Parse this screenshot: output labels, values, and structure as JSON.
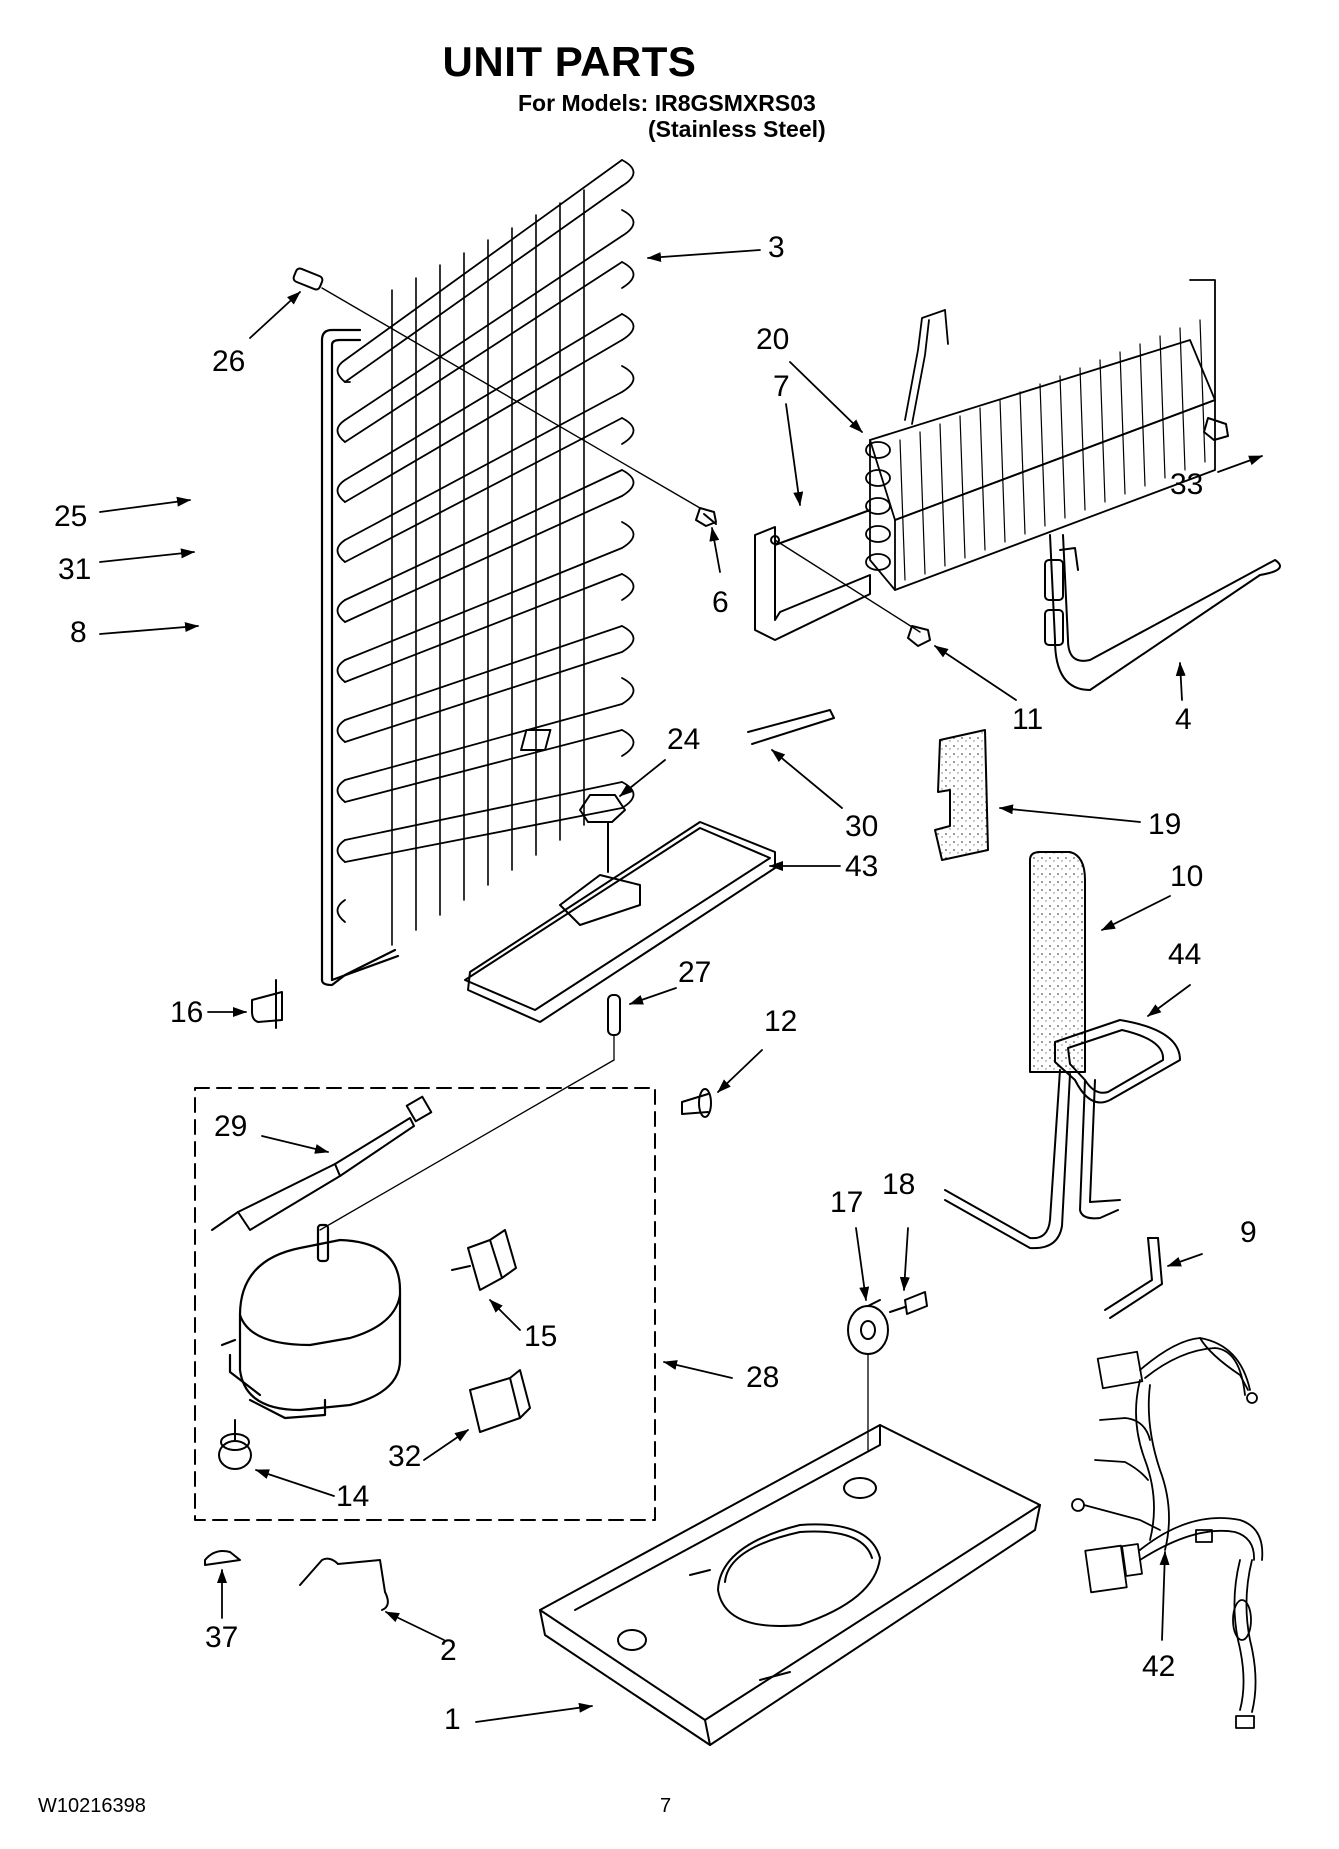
{
  "header": {
    "title": "UNIT PARTS",
    "models_line": "For Models: IR8GSMXRS03",
    "finish_line": "(Stainless Steel)"
  },
  "footer": {
    "doc_number": "W10216398",
    "page_number": "7"
  },
  "callouts": [
    "3",
    "26",
    "20",
    "7",
    "33",
    "25",
    "31",
    "6",
    "8",
    "11",
    "4",
    "24",
    "30",
    "19",
    "43",
    "10",
    "27",
    "44",
    "16",
    "12",
    "29",
    "18",
    "17",
    "9",
    "15",
    "28",
    "32",
    "14",
    "37",
    "2",
    "1",
    "42"
  ]
}
